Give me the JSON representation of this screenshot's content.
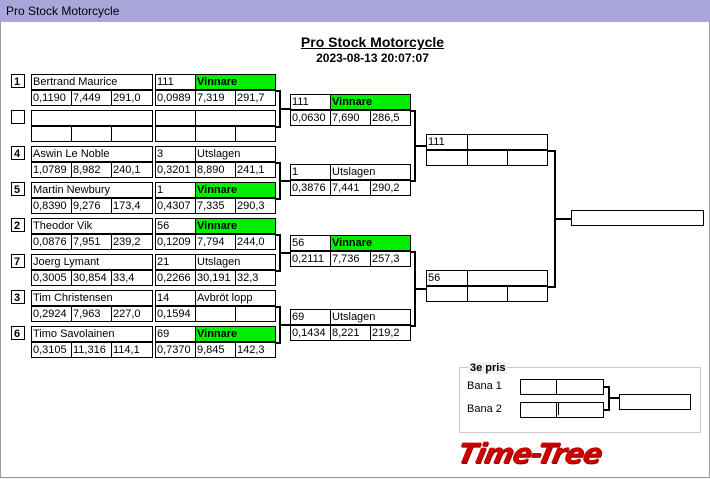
{
  "window": {
    "title": "Pro Stock Motorcycle"
  },
  "header": {
    "title": "Pro Stock Motorcycle",
    "datetime": "2023-08-13 20:07:07"
  },
  "round1": [
    {
      "seed": "1",
      "name": "Bertrand Maurice",
      "rt": "0,1190",
      "et": "7,449",
      "speed": "291,0",
      "num": "111",
      "result": "Vinnare",
      "rt2": "0,0989",
      "et2": "7,319",
      "speed2": "291,7"
    },
    {
      "seed": "",
      "name": "",
      "rt": "",
      "et": "",
      "speed": "",
      "num": "",
      "result": "",
      "rt2": "",
      "et2": "",
      "speed2": ""
    },
    {
      "seed": "4",
      "name": "Aswin Le Noble",
      "rt": "1,0789",
      "et": "8,982",
      "speed": "240,1",
      "num": "3",
      "result": "Utslagen",
      "rt2": "0,3201",
      "et2": "8,890",
      "speed2": "241,1"
    },
    {
      "seed": "5",
      "name": "Martin Newbury",
      "rt": "0,8390",
      "et": "9,276",
      "speed": "173,4",
      "num": "1",
      "result": "Vinnare",
      "rt2": "0,4307",
      "et2": "7,335",
      "speed2": "290,3"
    },
    {
      "seed": "2",
      "name": "Theodor Vik",
      "rt": "0,0876",
      "et": "7,951",
      "speed": "239,2",
      "num": "56",
      "result": "Vinnare",
      "rt2": "0,1209",
      "et2": "7,794",
      "speed2": "244,0"
    },
    {
      "seed": "7",
      "name": "Joerg Lymant",
      "rt": "0,3005",
      "et": "30,854",
      "speed": "33,4",
      "num": "21",
      "result": "Utslagen",
      "rt2": "0,2266",
      "et2": "30,191",
      "speed2": "32,3"
    },
    {
      "seed": "3",
      "name": "Tim Christensen",
      "rt": "0,2924",
      "et": "7,963",
      "speed": "227,0",
      "num": "14",
      "result": "Avbröt lopp",
      "rt2": "0,1594",
      "et2": "",
      "speed2": ""
    },
    {
      "seed": "6",
      "name": "Timo Savolainen",
      "rt": "0,3105",
      "et": "11,316",
      "speed": "114,1",
      "num": "69",
      "result": "Vinnare",
      "rt2": "0,7370",
      "et2": "9,845",
      "speed2": "142,3"
    }
  ],
  "round2": [
    {
      "num": "111",
      "result": "Vinnare",
      "rt": "0,0630",
      "et": "7,690",
      "speed": "286,5"
    },
    {
      "num": "1",
      "result": "Utslagen",
      "rt": "0,3876",
      "et": "7,441",
      "speed": "290,2"
    },
    {
      "num": "56",
      "result": "Vinnare",
      "rt": "0,2111",
      "et": "7,736",
      "speed": "257,3"
    },
    {
      "num": "69",
      "result": "Utslagen",
      "rt": "0,1434",
      "et": "8,221",
      "speed": "219,2"
    }
  ],
  "round3": [
    {
      "num": "111"
    },
    {
      "num": "56"
    }
  ],
  "third_place": {
    "title": "3e pris",
    "lane1": "Bana 1",
    "lane2": "Bana 2"
  },
  "logo": "Time-Tree",
  "colors": {
    "winner": "#00ee00",
    "titlebar": "#a9a6da",
    "logo": "#cc0000"
  }
}
